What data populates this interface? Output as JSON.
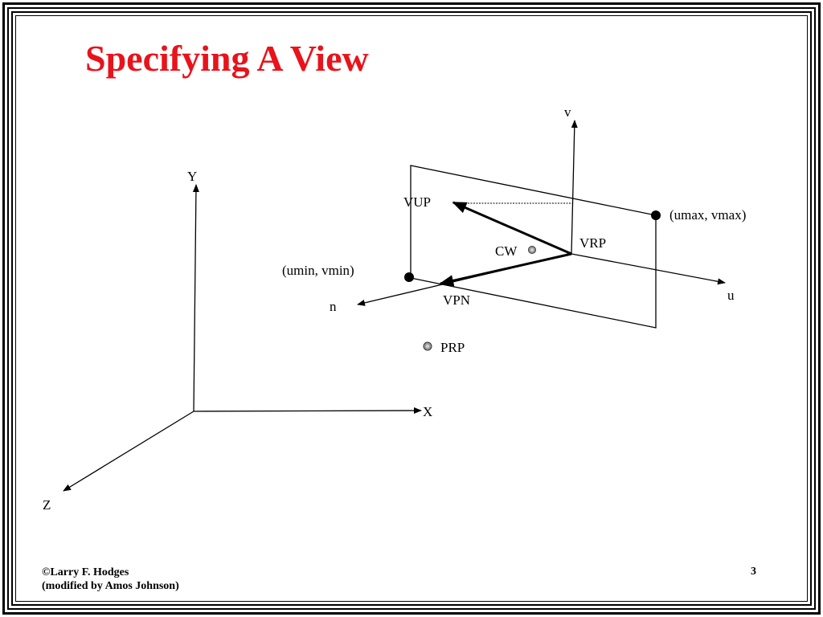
{
  "slide": {
    "title": "Specifying A View",
    "page_number": "3",
    "footer": {
      "line1": "©Larry F. Hodges",
      "line2": "(modified by Amos Johnson)"
    }
  },
  "diagram": {
    "world_axes": {
      "y": "Y",
      "x": "X",
      "z": "Z"
    },
    "view_axes": {
      "v": "v",
      "u": "u",
      "n": "n"
    },
    "labels": {
      "vup": "VUP",
      "vrp": "VRP",
      "cw": "CW",
      "vpn": "VPN",
      "prp": "PRP",
      "umax_vmax": "(umax, vmax)",
      "umin_vmin": "(umin, vmin)"
    }
  },
  "colors": {
    "title": "#e8131b",
    "ink": "#000000"
  }
}
